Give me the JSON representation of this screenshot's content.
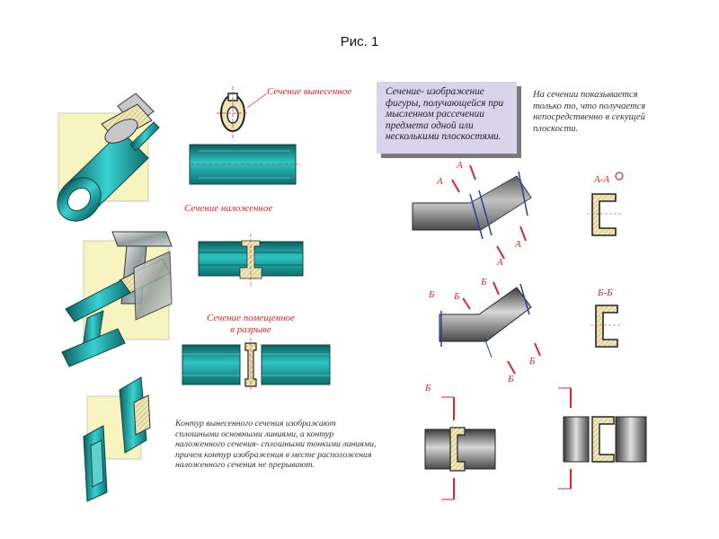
{
  "caption": "Рис. 1",
  "labels": {
    "vynesennoe": "Сечение вынесенное",
    "nalozhennoe": "Сечение наложенное",
    "v_razryve_1": "Сечение помещенное",
    "v_razryve_2": "в разрыве"
  },
  "definition": "Сечение- изображение фигуры, получающейся при мысленном рассечении предмета одной или несколькими плоскостями.",
  "note_right": "На сечении показывается только то, что получается непосредственно в секущей плоскости.",
  "note_bottom": "Контур вынесенного сечения изображают сплошными основными линиями, а контур наложенного сечения- сплошными тонкими линиями, причем контур изображения в месте расположения наложенного сечения не прерывают.",
  "section_marks": {
    "a": "А",
    "b": "Б",
    "aa": "А-А",
    "bb": "Б-Б"
  },
  "colors": {
    "teal": "#2bb3b3",
    "teal_dark": "#0d6b6b",
    "hatch": "#e8dfae",
    "red": "#d8262b",
    "yellow_bg": "#f7f4c0",
    "lavender": "#d9d3ec"
  }
}
